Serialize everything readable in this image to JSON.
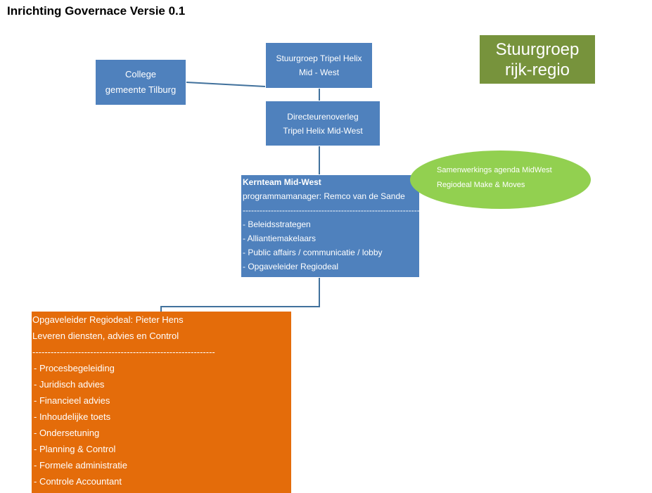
{
  "title": "Inrichting Governace Versie 0.1",
  "colors": {
    "blue_box": "#4f81bd",
    "connector": "#41719c",
    "green_box": "#77933c",
    "light_green_ellipse": "#92d050",
    "orange_box": "#e46c0a",
    "text_on_box": "#ffffff"
  },
  "college": {
    "line1": "College",
    "line2": "gemeente Tilburg"
  },
  "stuurgroep_tripel": {
    "line1": "Stuurgroep Tripel Helix",
    "line2": "Mid - West"
  },
  "directeuren": {
    "line1": "Directeurenoverleg",
    "line2": "Tripel Helix Mid-West"
  },
  "stuurgroep_rijk": {
    "line1": "Stuurgroep",
    "line2": "rijk-regio"
  },
  "agenda": {
    "line1": "Samenwerkings agenda MidWest",
    "line2": "Regiodeal Make & Moves"
  },
  "kernteam": {
    "heading": "Kernteam Mid-West",
    "manager": "programmamanager: Remco van de Sande",
    "divider": "-----------------------------------------------------------------------",
    "items": [
      "- Beleidsstrategen",
      "- Alliantiemakelaars",
      "- Public affairs / communicatie / lobby",
      "- Opgaveleider Regiodeal"
    ]
  },
  "opgaveleider": {
    "heading": "Opgaveleider Regiodeal: Pieter Hens",
    "subheading": "Leveren diensten, advies en Control",
    "divider": "------------------------------------------------------------",
    "items": [
      "- Procesbegeleiding",
      "- Juridisch advies",
      "- Financieel advies",
      "- Inhoudelijke toets",
      "- Ondersetuning",
      "- Planning & Control",
      "- Formele administratie",
      "- Controle Accountant"
    ]
  }
}
